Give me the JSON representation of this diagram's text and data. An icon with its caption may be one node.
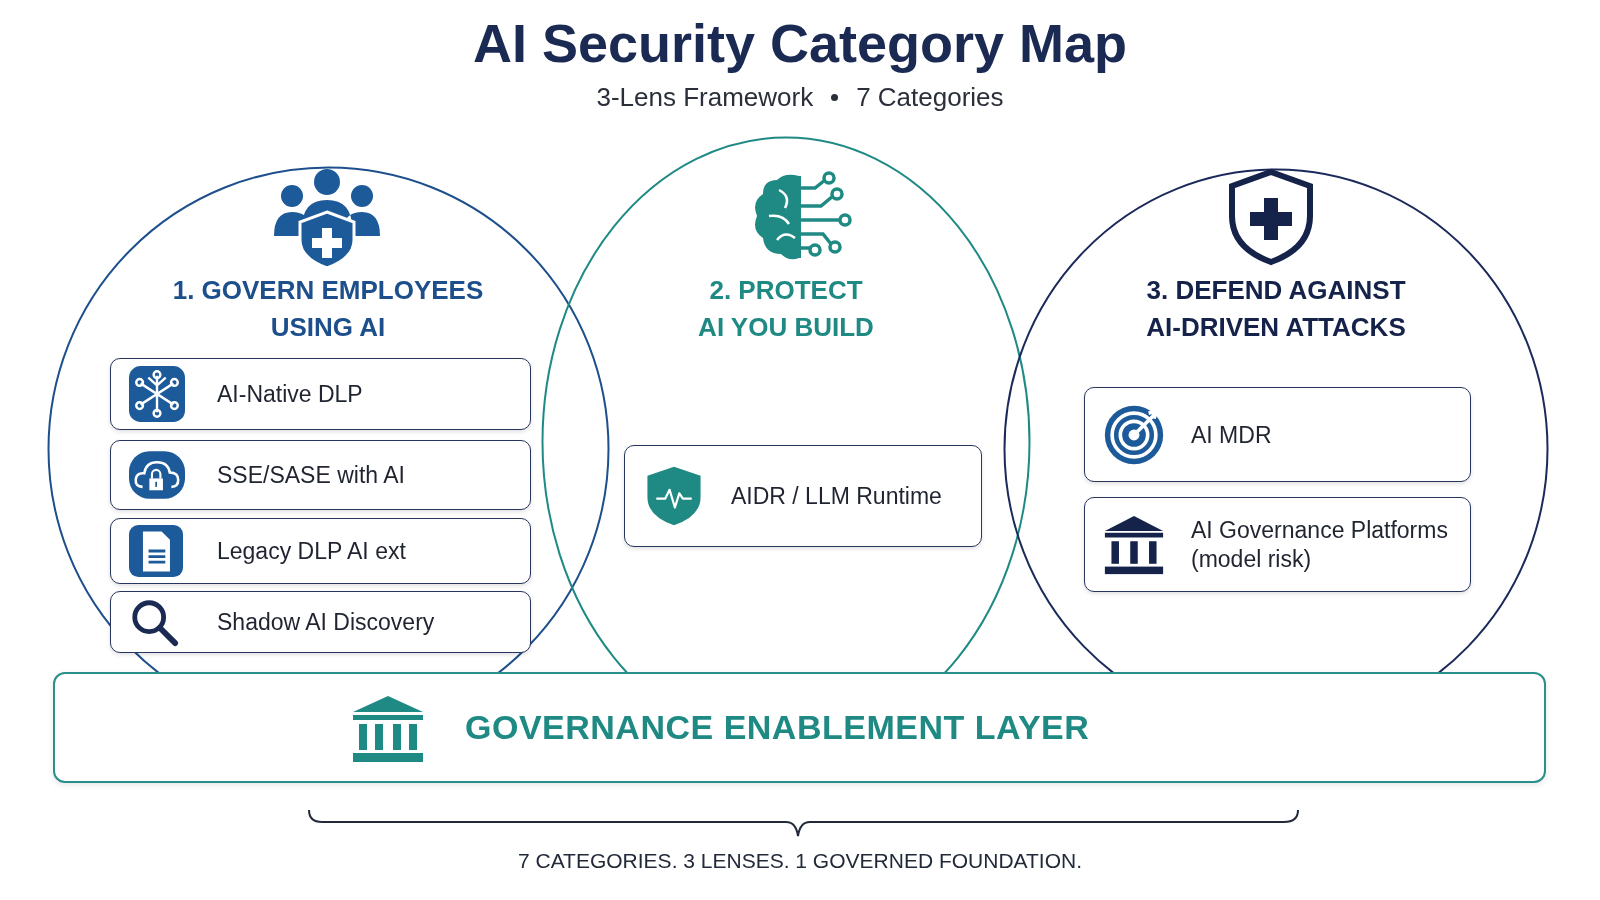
{
  "diagram": {
    "title": "AI Security Category Map",
    "caption": "7 CATEGORIES. 3 LENSES. 1 GOVERNED FOUNDATION.",
    "nodes": [
      {
        "text": [
          "1. GOVERN EMPLOYEES USING AI"
        ]
      },
      {
        "text": [
          "AI-Native DLP"
        ],
        "in": 0
      },
      {
        "text": [
          "SSE/SASE with AI"
        ],
        "in": 0
      },
      {
        "text": [
          "Legacy DLP  AI ext"
        ],
        "in": 0
      },
      {
        "text": [
          "Shadow AI Discovery"
        ],
        "in": 0
      },
      {
        "text": [
          "2. PROTECT AI YOU BUILD"
        ]
      },
      {
        "text": [
          "AIDR / LLM Runtime"
        ],
        "in": 5
      },
      {
        "text": [
          "3. DEFEND AGAINST AI-DRIVEN ATTACKS"
        ]
      },
      {
        "text": [
          "AI MDR"
        ],
        "in": 7
      },
      {
        "text": [
          "AI Governance Platforms (model risk)"
        ],
        "in": 7
      },
      {
        "text": [
          "GOVERNANCE ENABLEMENT LAYER"
        ]
      }
    ],
    "edges": [],
    "labels": [
      "3-Lens Framework",
      "7 Categories"
    ]
  }
}
